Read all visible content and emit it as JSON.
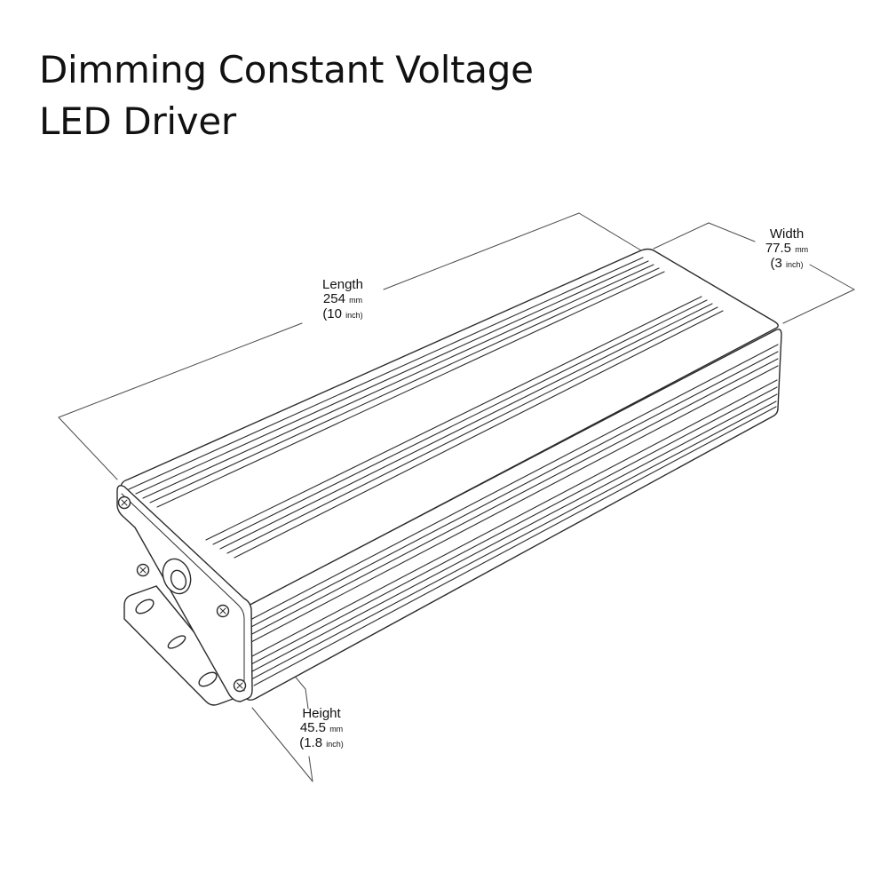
{
  "title": {
    "line1": "Dimming Constant Voltage",
    "line2": "LED Driver"
  },
  "dimensions": {
    "length": {
      "label": "Length",
      "mm_value": "254",
      "mm_unit": "mm",
      "inch_value": "(10",
      "inch_unit": "inch)"
    },
    "width": {
      "label": "Width",
      "mm_value": "77.5",
      "mm_unit": "mm",
      "inch_value": "(3",
      "inch_unit": "inch)"
    },
    "height": {
      "label": "Height",
      "mm_value": "45.5",
      "mm_unit": "mm",
      "inch_value": "(1.8",
      "inch_unit": "inch)"
    }
  },
  "colors": {
    "line": "#2b2b2b",
    "dimension_line": "#4a4a4a",
    "background": "#ffffff"
  }
}
